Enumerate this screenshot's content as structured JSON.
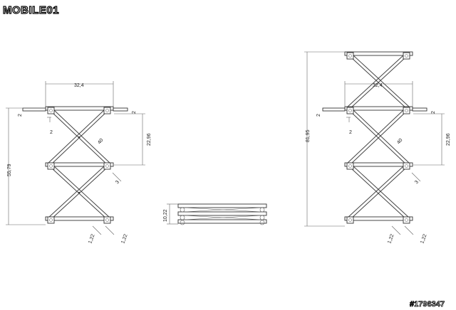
{
  "logo": {
    "text": "MOBILE01"
  },
  "watermark": {
    "id": "#1796347"
  },
  "dimensions": {
    "width_top": "32,4",
    "leg_offset": "2",
    "gap_small": "2",
    "side_offset": "2",
    "segment_height": "22,96",
    "diagonal": "40",
    "bracket": "3",
    "total_height_left": "55,79",
    "foot_a": "1,22",
    "foot_b": "1,22",
    "folded_height": "10,22",
    "total_height_right": "81,95"
  }
}
